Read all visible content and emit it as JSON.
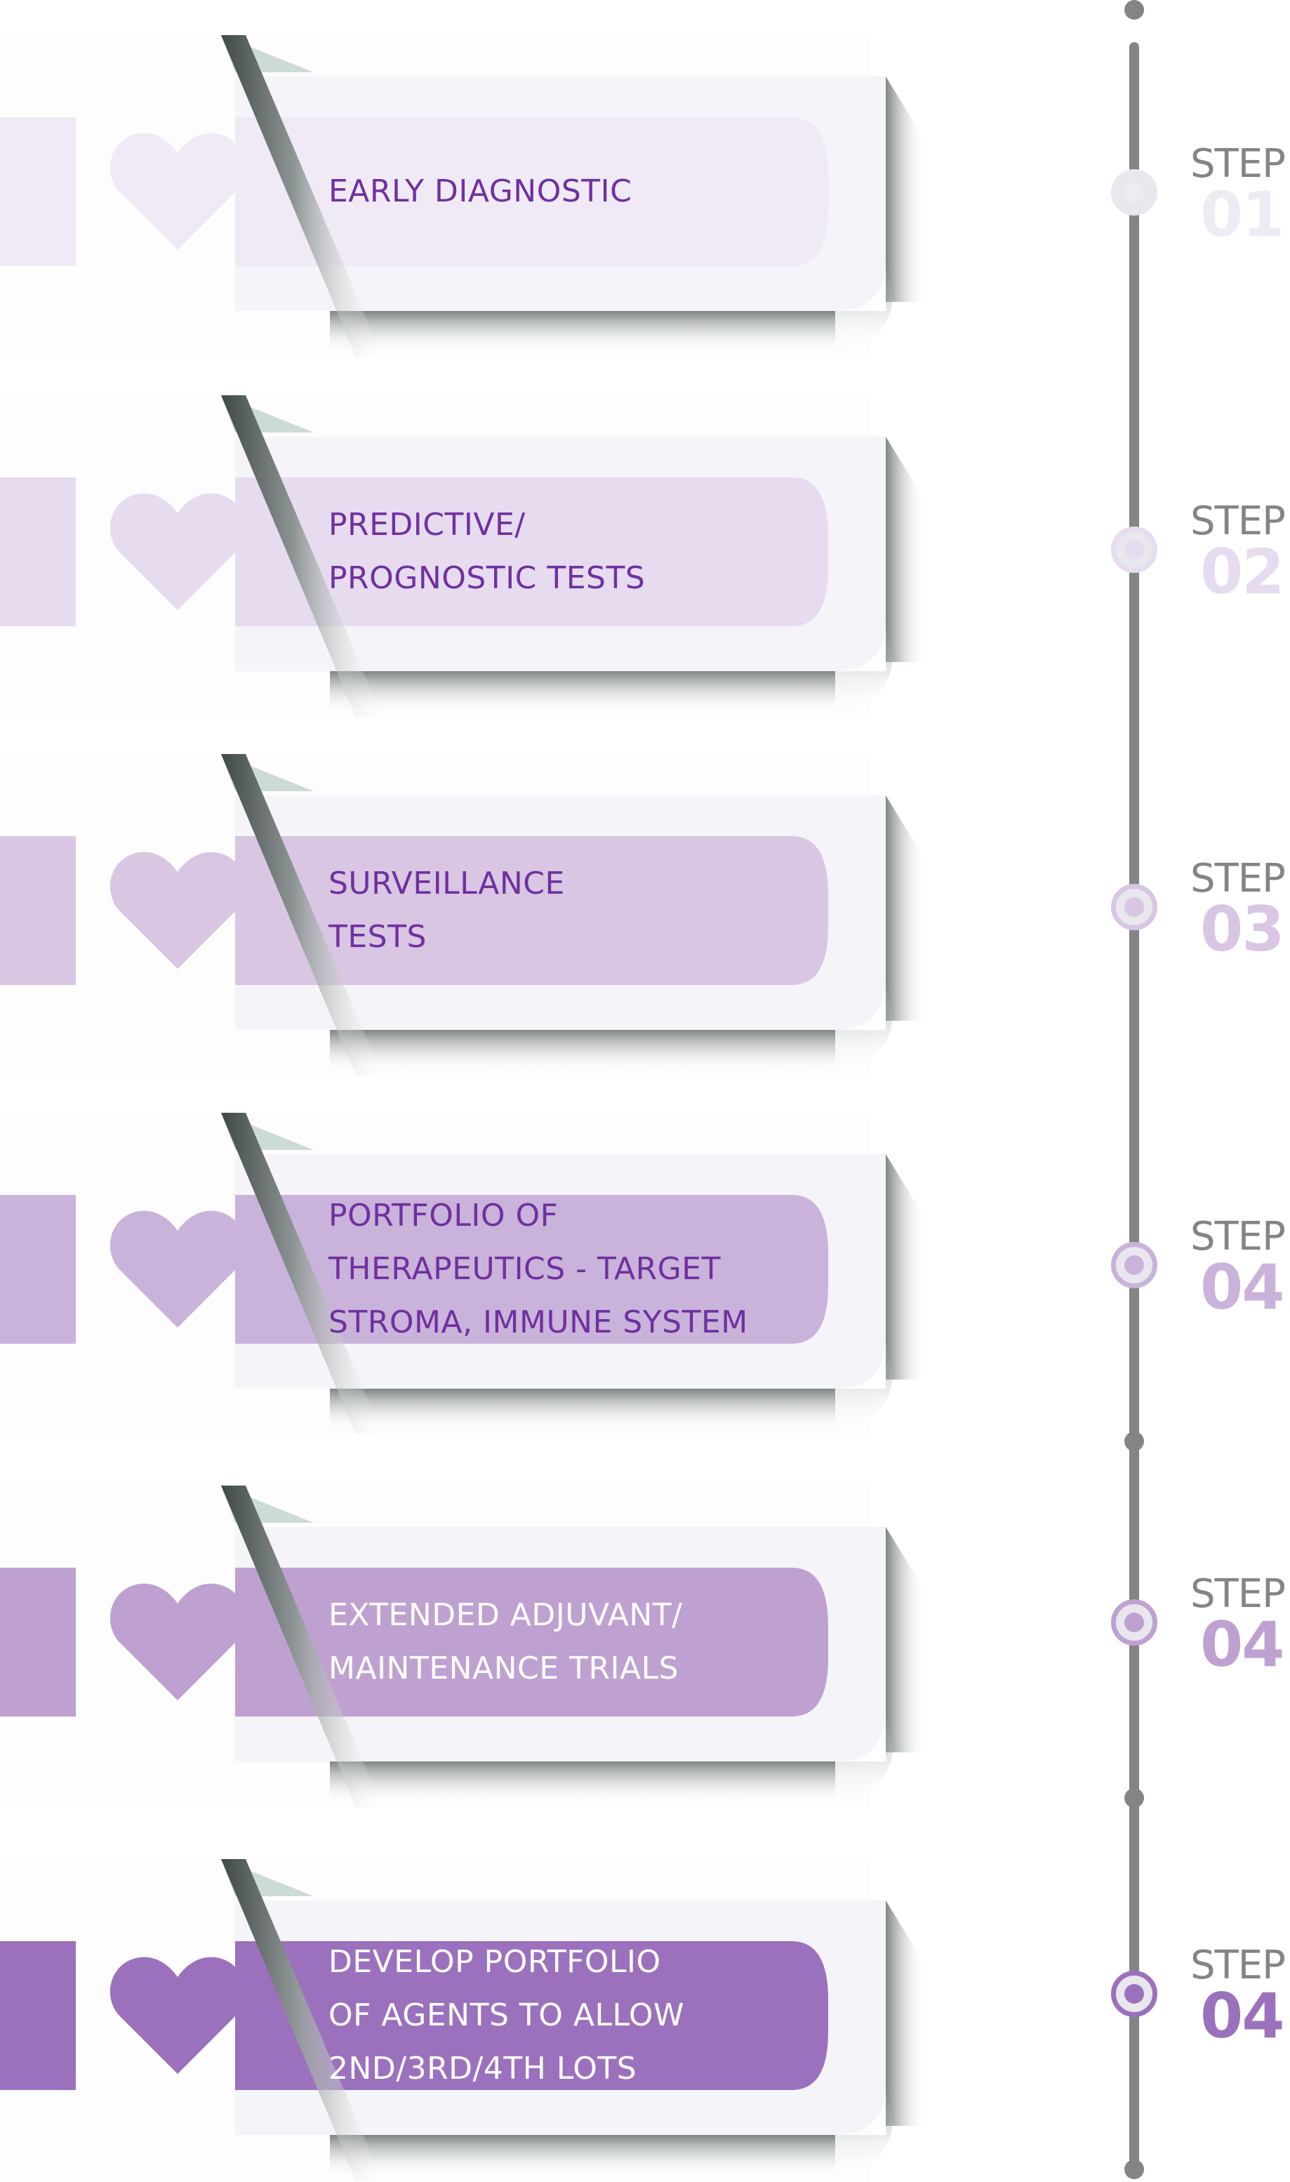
{
  "timeline": {
    "line_color": "#848484",
    "steps": [
      {
        "word": "STEP",
        "number": "01",
        "color": "#efebf5",
        "ring": "#ebe7f1"
      },
      {
        "word": "STEP",
        "number": "02",
        "color": "#e6dbef",
        "ring": "#e6dbef"
      },
      {
        "word": "STEP",
        "number": "03",
        "color": "#d8c6e3",
        "ring": "#d8c6e3"
      },
      {
        "word": "STEP",
        "number": "04",
        "color": "#c9b3da",
        "ring": "#c9b3da"
      },
      {
        "word": "STEP",
        "number": "04",
        "color": "#bea1d1",
        "ring": "#bea1d1"
      },
      {
        "word": "STEP",
        "number": "04",
        "color": "#9b71bd",
        "ring": "#9b71bd"
      }
    ]
  },
  "items": [
    {
      "lines": [
        "EARLY DIAGNOSTIC"
      ],
      "accent": "#efeaf5",
      "text_color": "#7030a0",
      "icon": "heart-icon"
    },
    {
      "lines": [
        "PREDICTIVE/",
        "PROGNOSTIC TESTS"
      ],
      "accent": "#e6dbef",
      "text_color": "#7030a0",
      "icon": "heart-icon"
    },
    {
      "lines": [
        "SURVEILLANCE",
        "TESTS"
      ],
      "accent": "#d8c6e3",
      "text_color": "#7030a0",
      "icon": "heart-icon"
    },
    {
      "lines": [
        "PORTFOLIO OF",
        "THERAPEUTICS - TARGET",
        "STROMA, IMMUNE SYSTEM"
      ],
      "accent": "#c9b3da",
      "text_color": "#7030a0",
      "icon": "heart-icon"
    },
    {
      "lines": [
        "EXTENDED ADJUVANT/",
        "MAINTENANCE TRIALS"
      ],
      "accent": "#bea1d1",
      "text_color": "#ffffff",
      "icon": "heart-icon"
    },
    {
      "lines": [
        "DEVELOP PORTFOLIO",
        "OF AGENTS TO ALLOW",
        "2ND/3RD/4TH LOTS"
      ],
      "accent": "#9b71bd",
      "text_color": "#ffffff",
      "icon": "heart-icon"
    }
  ]
}
